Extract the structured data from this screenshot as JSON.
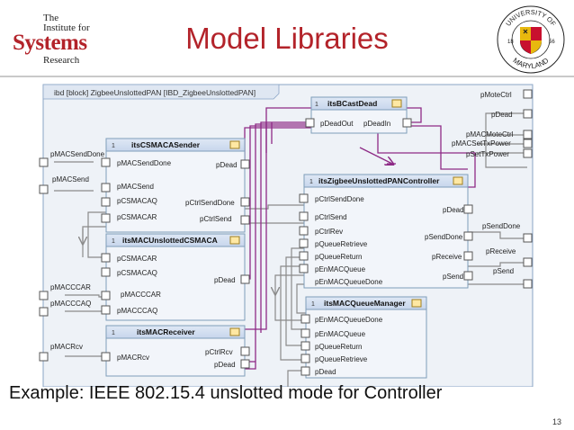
{
  "header": {
    "logo": {
      "line1": "The",
      "line2": "Institute for",
      "line3": "Systems",
      "line4": "Research"
    },
    "title": "Model Libraries",
    "seal": {
      "top_text": "UNIVERSITY OF",
      "bottom_text": "MARYLAND",
      "left_num": "18",
      "right_num": "56"
    }
  },
  "diagram": {
    "frame_title": "ibd [block] ZigbeeUnslottedPAN [IBD_ZigbeeUnslottedPAN]",
    "blocks": {
      "bcast": {
        "number": "1",
        "name": "itsBCastDead",
        "ports": [
          "pDeadOut",
          "pDeadIn"
        ]
      },
      "csma_sender": {
        "number": "1",
        "name": "itsCSMACASender",
        "ports": [
          "pMACSendDone",
          "pDead",
          "pMACSend",
          "pCSMACAQ",
          "pCtrlSendDone",
          "pCSMACAR",
          "pCtrlSend"
        ]
      },
      "unslotted_csma": {
        "number": "1",
        "name": "itsMACUnslottedCSMACA",
        "ports": [
          "pCSMACAR",
          "pCSMACAQ",
          "pMACCCAR",
          "pDead",
          "pMACCCAQ"
        ]
      },
      "receiver": {
        "number": "1",
        "name": "itsMACReceiver",
        "ports": [
          "pMACRcv",
          "pCtrlRcv",
          "pDead"
        ]
      },
      "controller": {
        "number": "1",
        "name": "itsZigbeeUnslottedPANController",
        "ports": [
          "pCtrlSendDone",
          "pDead",
          "pCtrlSend",
          "pCtrlRev",
          "pSendDone",
          "pQueueRetrieve",
          "pQueueReturn",
          "pReceive",
          "pEnMACQueue",
          "pSend",
          "pEnMACQueueDone"
        ]
      },
      "queue_manager": {
        "number": "1",
        "name": "itsMACQueueManager",
        "ports": [
          "pEnMACQueueDone",
          "pEnMACQueue",
          "pQueueReturn",
          "pQueueRetrieve",
          "pDead"
        ]
      }
    },
    "frame_ports_left": [
      "pMACSendDone",
      "pMACSend",
      "pMACCCAR",
      "pMACCCAQ",
      "pMACRcv"
    ],
    "frame_ports_right": [
      "pMoteCtrl",
      "pDead",
      "pMACMoteCtrl",
      "pMACSetTxPower",
      "pSetTxPower",
      "pSendDone",
      "pReceive",
      "pSend"
    ]
  },
  "caption": "Example: IEEE 802.15.4 unslotted mode for Controller",
  "page_number": "13",
  "colors": {
    "title_red": "#b3232a",
    "block_fill": "#f2f5fa",
    "block_border": "#7f9db9",
    "purple_wire": "#8e2b86",
    "gray_wire": "#8a8a8a"
  }
}
